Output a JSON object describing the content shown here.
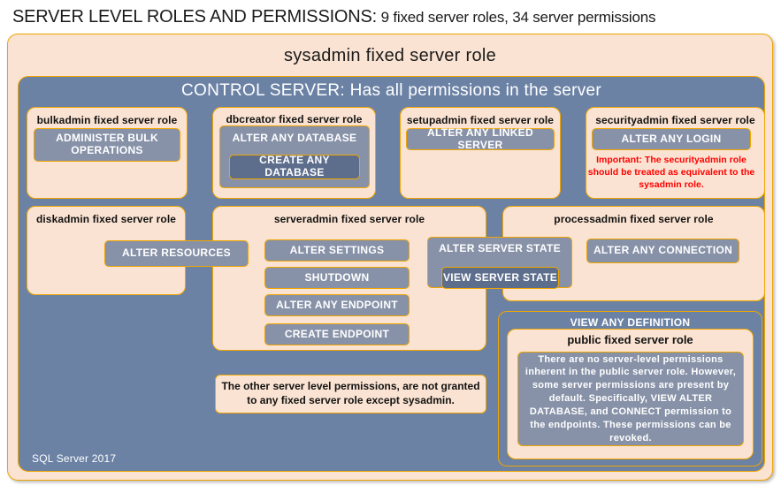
{
  "title": {
    "main": "SERVER LEVEL ROLES AND PERMISSIONS:",
    "sub": " 9 fixed server roles, 34 server permissions"
  },
  "sysadmin": {
    "label": "sysadmin fixed server role"
  },
  "control_server": {
    "label": "CONTROL SERVER: Has all permissions in the server"
  },
  "roles": {
    "bulkadmin": {
      "label": "bulkadmin fixed server role",
      "permissions": [
        "ADMINISTER  BULK OPERATIONS"
      ]
    },
    "dbcreator": {
      "label": "dbcreator fixed server role",
      "permissions": [
        "ALTER ANY DATABASE",
        "CREATE  ANY DATABASE"
      ]
    },
    "setupadmin": {
      "label": "setupadmin fixed server role",
      "permissions": [
        "ALTER ANY LINKED SERVER"
      ]
    },
    "securityadmin": {
      "label": "securityadmin fixed server role",
      "permissions": [
        "ALTER ANY LOGIN"
      ],
      "note": "Important:  The securityadmin role should  be treated as equivalent to the  sysadmin role."
    },
    "diskadmin": {
      "label": "diskadmin fixed server role",
      "permissions": [
        "ALTER RESOURCES"
      ]
    },
    "serveradmin": {
      "label": "serveradmin fixed server role",
      "permissions": [
        "ALTER SETTINGS",
        "SHUTDOWN",
        "ALTER ANY ENDPOINT",
        "CREATE  ENDPOINT",
        "ALTER SERVER  STATE",
        "VIEW SERVER  STATE"
      ]
    },
    "processadmin": {
      "label": "processadmin fixed server role",
      "permissions": [
        "ALTER ANY CONNECTION"
      ]
    },
    "public": {
      "group_permission": "VIEW ANY DEFINITION",
      "label": "public fixed server role",
      "description": "There are no server-level permissions inherent in the public server role. However, some server permissions are present by default. Specifically, VIEW ALTER DATABASE, and CONNECT permission to the endpoints. These permissions can be revoked."
    }
  },
  "notes": {
    "other_permissions": "The other server level permissions,  are not granted to any fixed server role except sysadmin."
  },
  "footer": {
    "product": "SQL Server 2017"
  },
  "colors": {
    "cream": "#fae3d2",
    "gold_border": "#f0a500",
    "blue_panel": "#6b82a5",
    "permission_chip": "#8792a8",
    "permission_chip_dark": "#5d6e8c",
    "alert_red": "#ff0000",
    "text_dark": "#121212"
  }
}
